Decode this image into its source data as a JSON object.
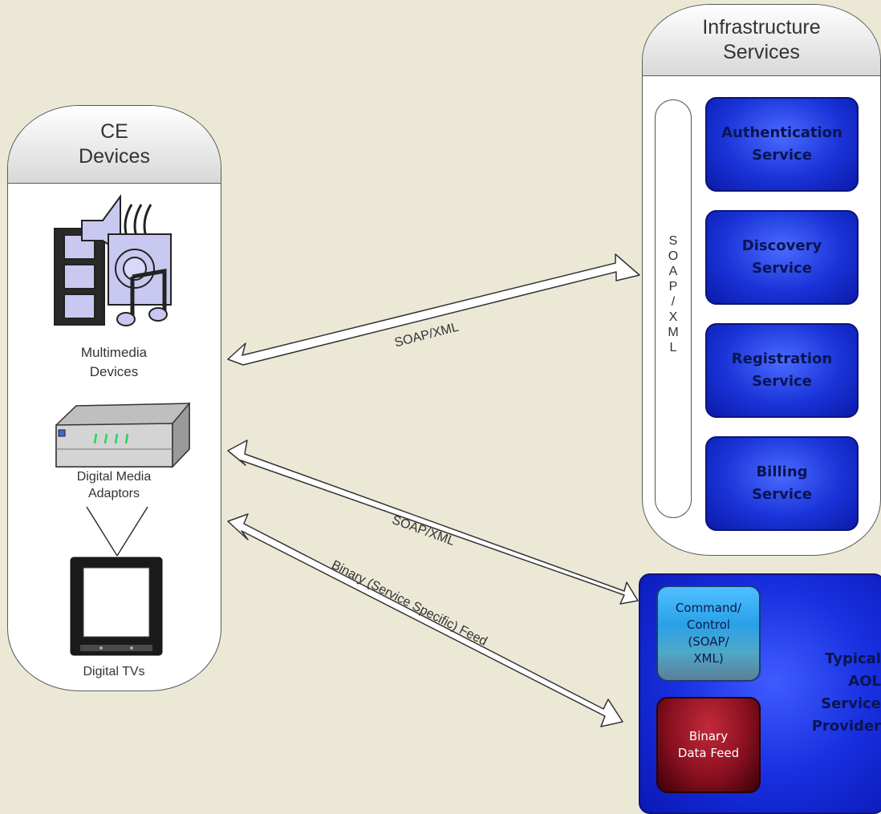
{
  "ce_devices": {
    "title_line1": "CE",
    "title_line2": "Devices",
    "multimedia": {
      "line1": "Multimedia",
      "line2": "Devices"
    },
    "adaptors": {
      "line1": "Digital Media",
      "line2": "Adaptors"
    },
    "tvs": {
      "label": "Digital TVs"
    }
  },
  "infrastructure": {
    "title_line1": "Infrastructure",
    "title_line2": "Services",
    "soap_vertical": [
      "S",
      "O",
      "A",
      "P",
      "/",
      "X",
      "M",
      "L"
    ],
    "services": [
      {
        "line1": "Authentication",
        "line2": "Service"
      },
      {
        "line1": "Discovery",
        "line2": "Service"
      },
      {
        "line1": "Registration",
        "line2": "Service"
      },
      {
        "line1": "Billing",
        "line2": "Service"
      }
    ]
  },
  "provider": {
    "label_lines": [
      "Typical",
      "AOL",
      "Service",
      "Provider"
    ],
    "command": [
      "Command/",
      "Control",
      "(SOAP/",
      "XML)"
    ],
    "binary": [
      "Binary",
      "Data Feed"
    ]
  },
  "arrows": {
    "top": "SOAP/XML",
    "middle": "SOAP/XML",
    "bottom": "Binary (Service Specific) Feed"
  },
  "colors": {
    "background": "#ebe8d6",
    "service_blue": "#1a34d9",
    "binary_red": "#8a1020",
    "command_cyan": "#2aa0e8"
  }
}
